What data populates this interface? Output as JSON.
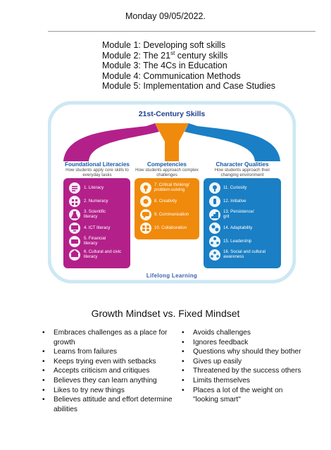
{
  "date": "Monday 09/05/2022.",
  "modules": [
    {
      "pre": "Module 1: Developing soft skills",
      "sup": "",
      "post": ""
    },
    {
      "pre": "Module 2: The 21",
      "sup": "st",
      "post": " century skills"
    },
    {
      "pre": "Module 3: The 4Cs in Education",
      "sup": "",
      "post": ""
    },
    {
      "pre": "Module 4: Communication Methods",
      "sup": "",
      "post": ""
    },
    {
      "pre": "Module 5: Implementation and Case Studies",
      "sup": "",
      "post": ""
    }
  ],
  "infographic": {
    "title": "21st-Century Skills",
    "footer": "Lifelong Learning",
    "columns": [
      {
        "heading": "Foundational Literacies",
        "sub": "How students apply core skills to everyday tasks",
        "color": "#b3208a",
        "items": [
          "1. Literacy",
          "2. Numeracy",
          "3. Scientific literacy",
          "4. ICT literacy",
          "5. Financial literacy",
          "6. Cultural and civic literacy"
        ]
      },
      {
        "heading": "Competencies",
        "sub": "How students approach complex challenges",
        "color": "#f08a0c",
        "items": [
          "7. Critical thinking/ problem-solving",
          "8. Creativity",
          "9. Communication",
          "10. Collaboration"
        ]
      },
      {
        "heading": "Character Qualities",
        "sub": "How students approach their changing environment",
        "color": "#1a7fc4",
        "items": [
          "11. Curiosity",
          "12. Initiative",
          "13. Persistence/ grit",
          "14. Adaptability",
          "15. Leadership",
          "16. Social and cultural awareness"
        ]
      }
    ]
  },
  "mindset": {
    "heading": "Growth Mindset vs. Fixed Mindset",
    "growth": [
      "Embraces challenges as a place for growth",
      "Learns from failures",
      "Keeps trying even with setbacks",
      "Accepts criticism and critiques",
      "Believes they can learn anything",
      "Likes to try new things",
      "Believes attitude and effort determine abilities"
    ],
    "fixed": [
      "Avoids challenges",
      "Ignores feedback",
      "Questions why should they bother",
      "Gives up easily",
      "Threatened by the success others",
      " Limits themselves",
      " Places a lot of the weight on \"looking smart\""
    ]
  }
}
